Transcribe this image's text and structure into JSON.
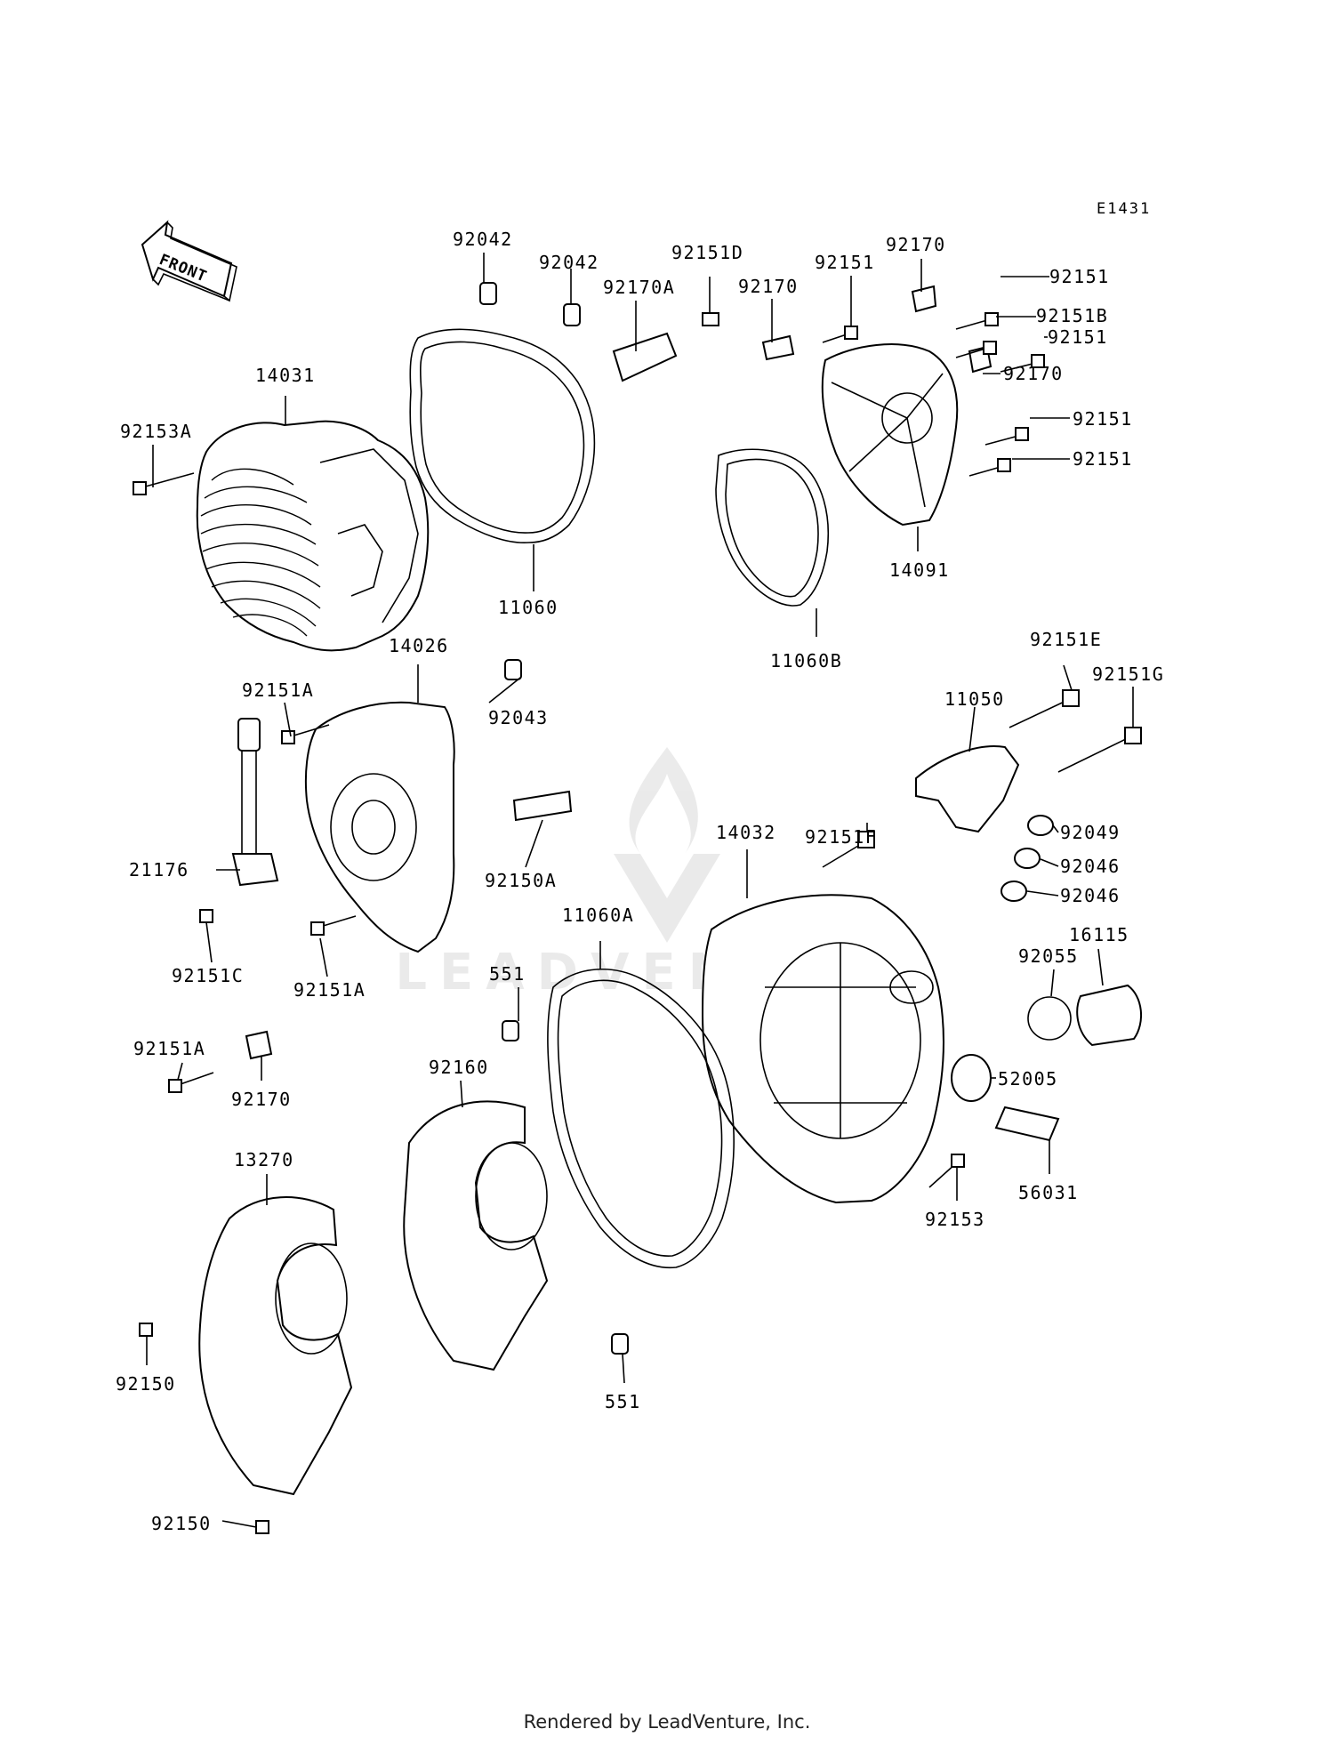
{
  "diagram": {
    "code": "E1431",
    "front_label": "FRONT",
    "footer": "Rendered by LeadVenture, Inc.",
    "watermark": "LEADVENTURE",
    "labels": [
      "92042",
      "92042",
      "92151D",
      "92170A",
      "92170",
      "92151",
      "92170",
      "92151",
      "92151B",
      "92151",
      "92170",
      "92151",
      "92151",
      "14091",
      "14031",
      "92153A",
      "11060",
      "11060B",
      "14026",
      "92043",
      "92151A",
      "21176",
      "92151C",
      "92151A",
      "92150A",
      "92151E",
      "92151G",
      "11050",
      "92151F",
      "14032",
      "92049",
      "92046",
      "92046",
      "11060A",
      "551",
      "16115",
      "92055",
      "52005",
      "56031",
      "92153",
      "92151A",
      "92170",
      "92160",
      "13270",
      "92150",
      "551",
      "92150"
    ]
  }
}
